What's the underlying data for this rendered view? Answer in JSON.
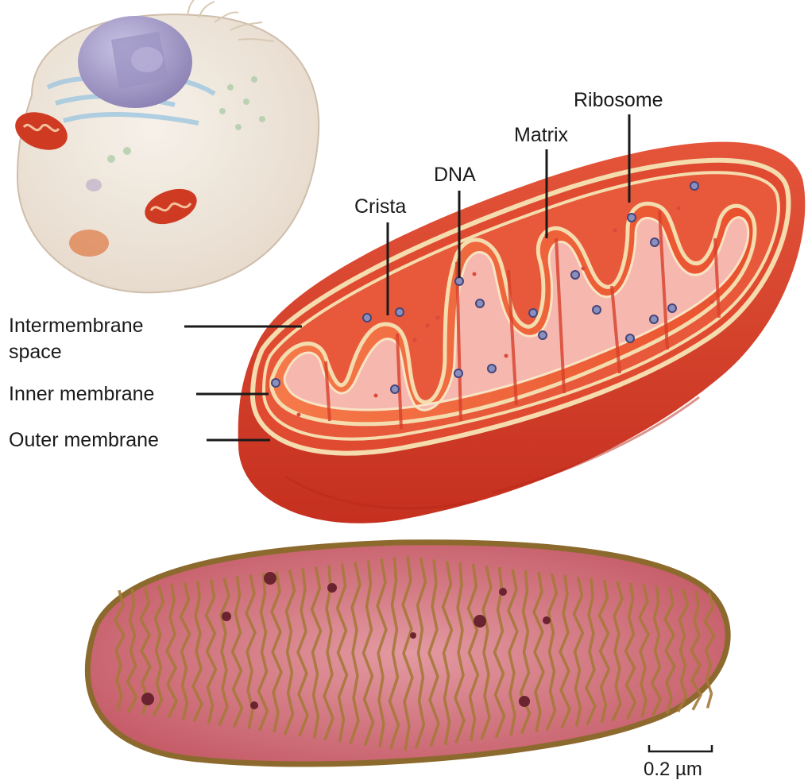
{
  "labels": {
    "ribosome": "Ribosome",
    "matrix": "Matrix",
    "dna": "DNA",
    "crista": "Crista",
    "intermembrane_line1": "Intermembrane",
    "intermembrane_line2": "space",
    "inner_membrane": "Inner membrane",
    "outer_membrane": "Outer  membrane"
  },
  "scale_bar": {
    "label": "0.2 µm"
  },
  "colors": {
    "outer_membrane": "#d9432a",
    "inner_fold": "#f0663a",
    "matrix_fill": "#f6b7ae",
    "membrane_edge": "#f4dcae",
    "micrograph_fill": "#c9616b",
    "micrograph_cristae": "#a6793a",
    "cell_body": "#efe6da",
    "nucleus": "#a79cc9"
  }
}
